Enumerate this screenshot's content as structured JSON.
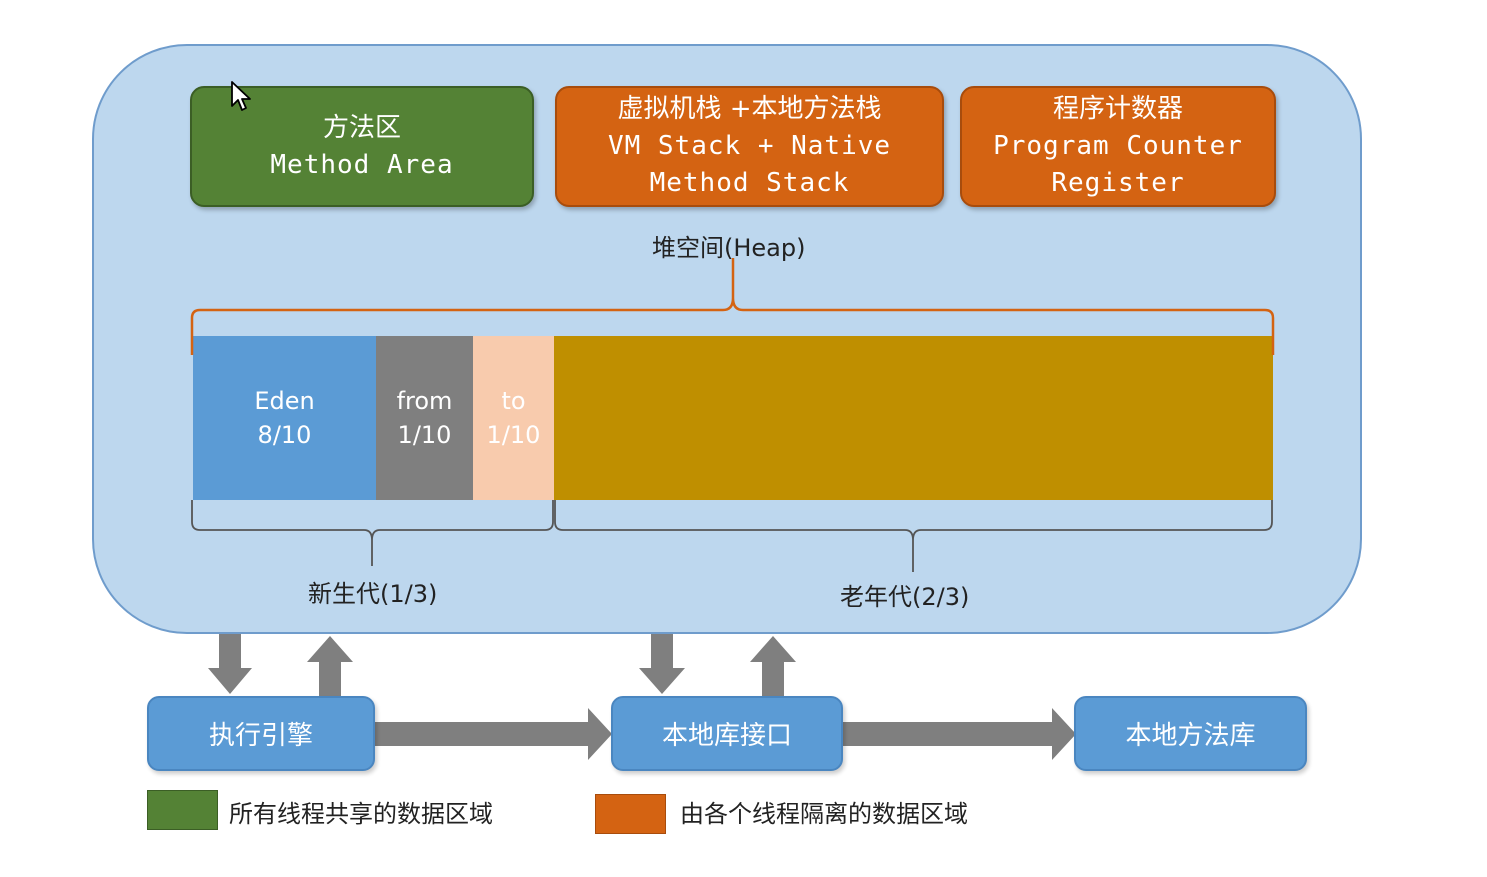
{
  "method_area": {
    "line1": "方法区",
    "line2": "Method Area"
  },
  "vm_stack": {
    "line1": "虚拟机栈 +本地方法栈",
    "line2": "VM Stack + Native",
    "line3": "Method Stack"
  },
  "pc_register": {
    "line1": "程序计数器",
    "line2": "Program Counter",
    "line3": "Register"
  },
  "heap": {
    "label": "堆空间(Heap)",
    "eden": {
      "name": "Eden",
      "ratio": "8/10"
    },
    "from": {
      "name": "from",
      "ratio": "1/10"
    },
    "to": {
      "name": "to",
      "ratio": "1/10"
    },
    "young_label": "新生代(1/3)",
    "old_label": "老年代(2/3)"
  },
  "bottom": {
    "exec_engine": "执行引擎",
    "native_interface": "本地库接口",
    "native_library": "本地方法库"
  },
  "legend": {
    "shared": "所有线程共享的数据区域",
    "isolated": "由各个线程隔离的数据区域"
  },
  "colors": {
    "shared": "#548235",
    "isolated": "#d46312",
    "runtime_area": "#bdd7ee",
    "eden": "#5b9bd5",
    "from": "#7f7f7f",
    "to": "#f8cbad",
    "old": "#bf8f00",
    "arrow": "#7f7f7f"
  }
}
